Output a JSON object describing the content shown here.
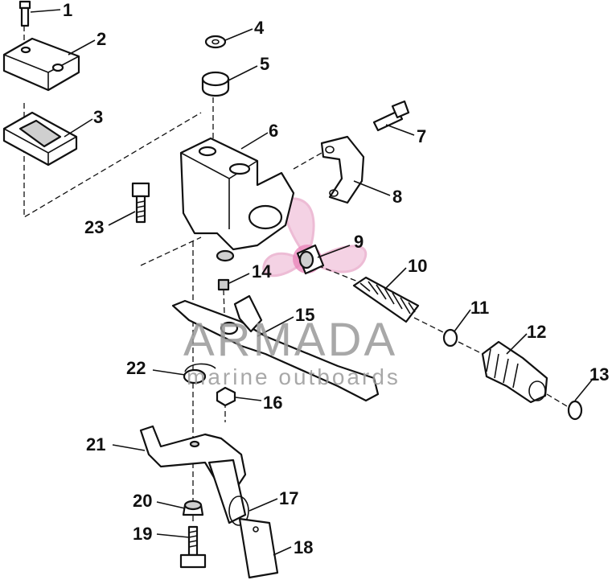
{
  "callouts": [
    {
      "id": "1",
      "text": "1"
    },
    {
      "id": "2",
      "text": "2"
    },
    {
      "id": "3",
      "text": "3"
    },
    {
      "id": "4",
      "text": "4"
    },
    {
      "id": "5",
      "text": "5"
    },
    {
      "id": "6",
      "text": "6"
    },
    {
      "id": "7",
      "text": "7"
    },
    {
      "id": "8",
      "text": "8"
    },
    {
      "id": "9",
      "text": "9"
    },
    {
      "id": "10",
      "text": "10"
    },
    {
      "id": "11",
      "text": "11"
    },
    {
      "id": "12",
      "text": "12"
    },
    {
      "id": "13",
      "text": "13"
    },
    {
      "id": "14",
      "text": "14"
    },
    {
      "id": "15",
      "text": "15"
    },
    {
      "id": "16",
      "text": "16"
    },
    {
      "id": "17",
      "text": "17"
    },
    {
      "id": "18",
      "text": "18"
    },
    {
      "id": "19",
      "text": "19"
    },
    {
      "id": "20",
      "text": "20"
    },
    {
      "id": "21",
      "text": "21"
    },
    {
      "id": "22",
      "text": "22"
    },
    {
      "id": "23",
      "text": "23"
    }
  ],
  "watermark": {
    "brand": "ARMADA",
    "tagline": "marine outboards",
    "logo": "propeller-logo",
    "color": "#e8a6c8"
  }
}
